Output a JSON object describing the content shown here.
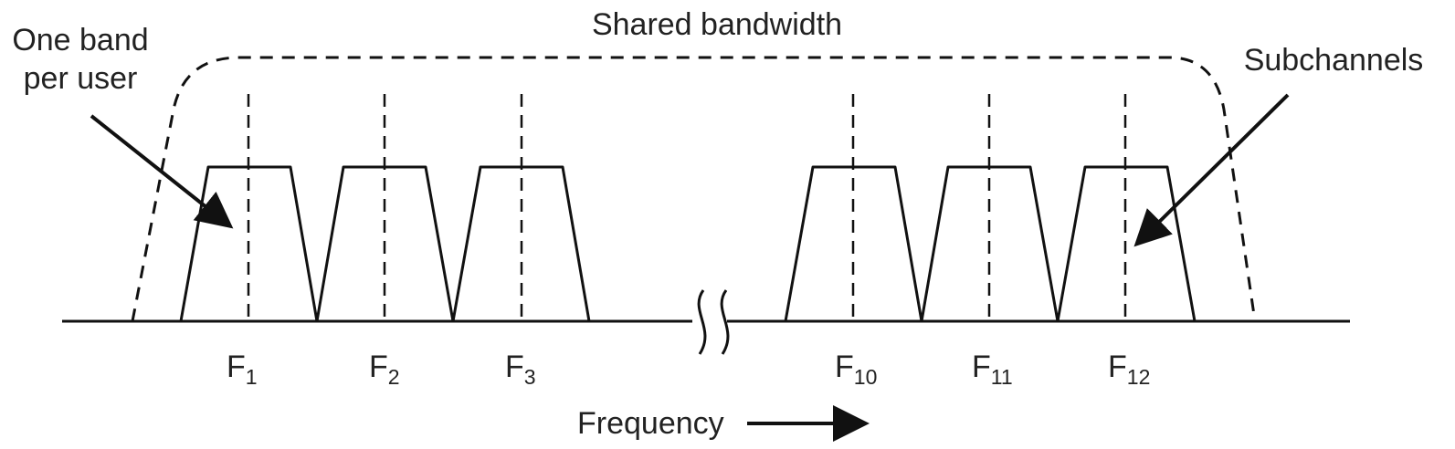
{
  "labels": {
    "shared_bandwidth": "Shared bandwidth",
    "one_band_line1": "One band",
    "one_band_line2": "per user",
    "subchannels": "Subchannels",
    "frequency": "Frequency"
  },
  "channels": [
    {
      "name": "F",
      "sub": "1"
    },
    {
      "name": "F",
      "sub": "2"
    },
    {
      "name": "F",
      "sub": "3"
    },
    {
      "name": "F",
      "sub": "10"
    },
    {
      "name": "F",
      "sub": "11"
    },
    {
      "name": "F",
      "sub": "12"
    }
  ]
}
